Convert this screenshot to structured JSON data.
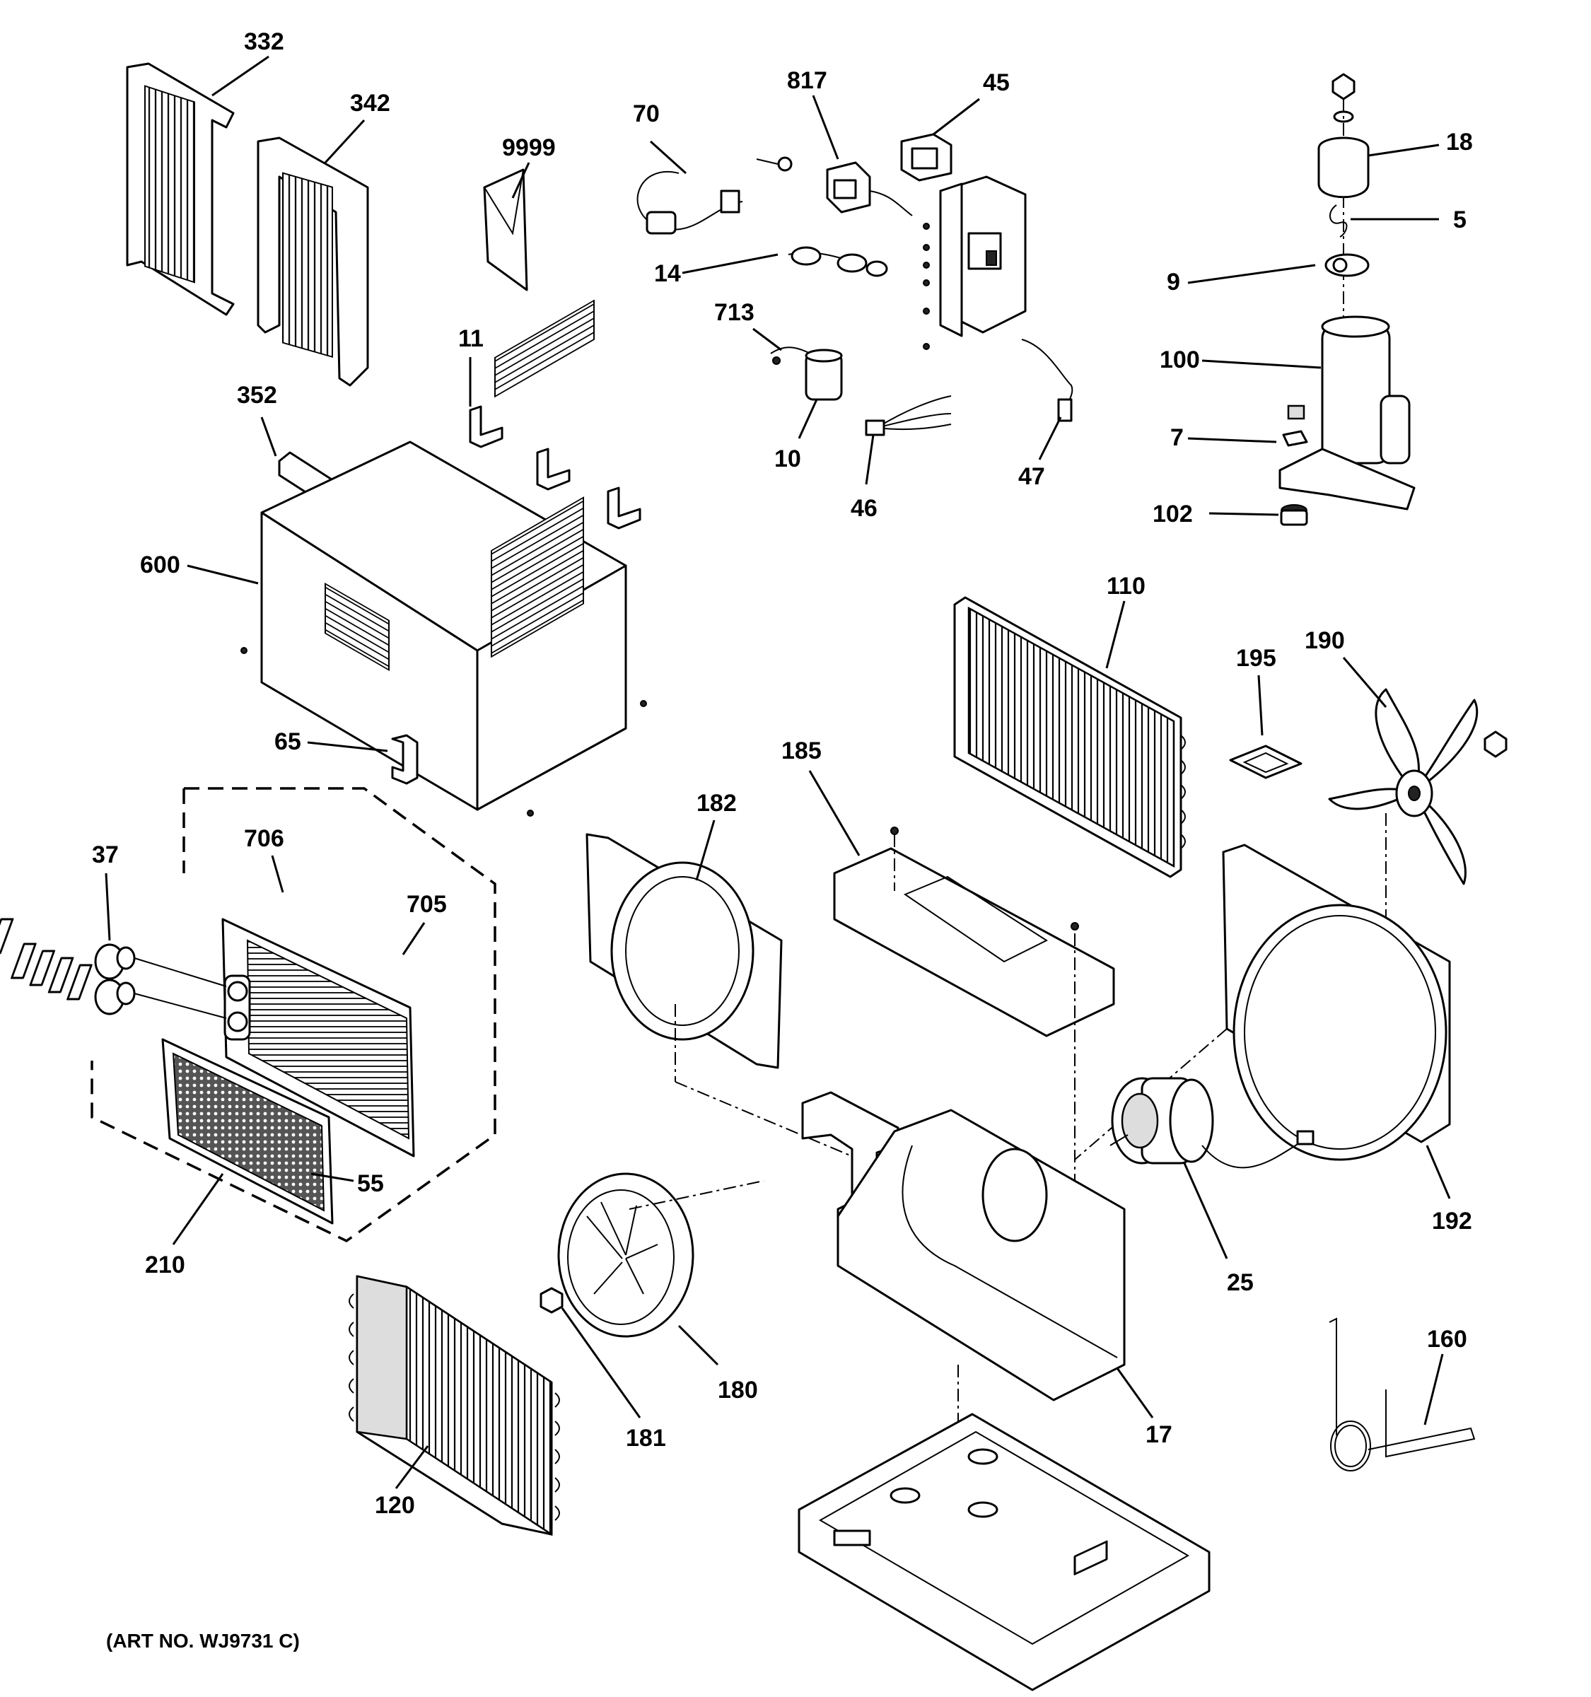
{
  "diagram": {
    "art_number": "(ART NO. WJ9731 C)",
    "callouts": {
      "c332": "332",
      "c342": "342",
      "c9999": "9999",
      "c70": "70",
      "c817": "817",
      "c45": "45",
      "c18": "18",
      "c5": "5",
      "c9": "9",
      "c100": "100",
      "c7": "7",
      "c102": "102",
      "c14": "14",
      "c713": "713",
      "c10": "10",
      "c46": "46",
      "c47": "47",
      "c11": "11",
      "c352": "352",
      "c600": "600",
      "c65": "65",
      "c110": "110",
      "c195": "195",
      "c190": "190",
      "c185": "185",
      "c182": "182",
      "c706": "706",
      "c705": "705",
      "c37": "37",
      "c55": "55",
      "c210": "210",
      "c192": "192",
      "c25": "25",
      "c180": "180",
      "c181": "181",
      "c17": "17",
      "c160": "160",
      "c120": "120"
    }
  }
}
